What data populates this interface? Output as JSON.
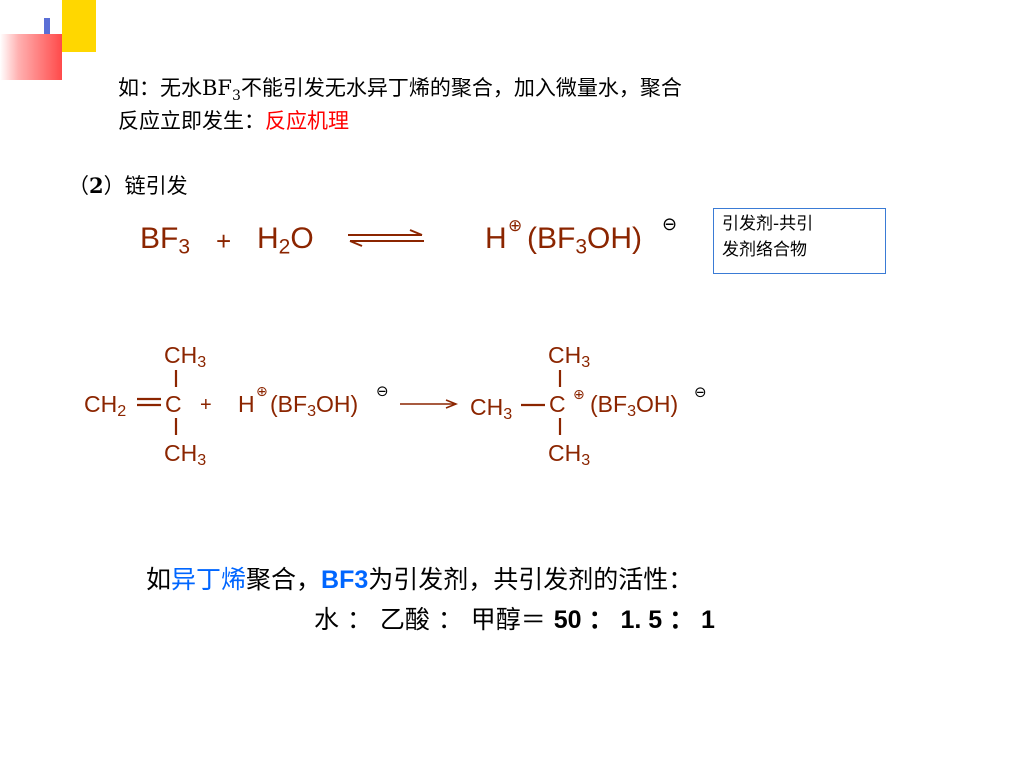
{
  "intro": {
    "line1_before": "如：无水BF",
    "line1_sub": "3",
    "line1_after": "不能引发无水异丁烯的聚合，加入微量水，聚合",
    "line2_black": "反应立即发生：",
    "line2_red": "反应机理"
  },
  "section": {
    "paren_open": "（",
    "number": "2",
    "paren_close": "）",
    "label": "链引发"
  },
  "equation1": {
    "bf": "BF",
    "bf_sub": "3",
    "plus": "+",
    "h": "H",
    "h_sub": "2",
    "o": "O",
    "product_h": "H",
    "product_open": "(BF",
    "product_sub": "3",
    "product_close": "OH)",
    "plus_charge": "⊕",
    "minus_charge": "⊖"
  },
  "box_label": {
    "line1": "引发剂-共引",
    "line2": "发剂络合物"
  },
  "equation2": {
    "ch3_top_left": "CH",
    "ch3_top_left_sub": "3",
    "ch2": "CH",
    "ch2_sub": "2",
    "c_left": "C",
    "plus": "+",
    "ch3_bottom_left": "CH",
    "ch3_bottom_left_sub": "3",
    "reagent_h": "H",
    "reagent_open": "(BF",
    "reagent_sub": "3",
    "reagent_close": "OH)",
    "ch3_top_right": "CH",
    "ch3_top_right_sub": "3",
    "ch3_left_right": "CH",
    "ch3_left_right_sub": "3",
    "c_right": "C",
    "product_open": "(BF",
    "product_sub": "3",
    "product_close": "OH)",
    "ch3_bottom_right": "CH",
    "ch3_bottom_right_sub": "3",
    "plus_charge": "⊕",
    "minus_charge": "⊖"
  },
  "activity": {
    "prefix": "如",
    "highlight": "异丁烯",
    "middle": "聚合，",
    "bf3": "BF3",
    "suffix": "为引发剂，共引发剂的活性：",
    "ratio_text": "水 ： 乙酸 ： 甲醇＝ ",
    "ratio_values": "50 ： 1. 5 ： 1"
  },
  "colors": {
    "chem_text": "#8b2500",
    "highlight_red": "#ff0000",
    "highlight_blue": "#0066ff",
    "box_border": "#3a7bd5",
    "deco_yellow": "#ffd700",
    "deco_red": "#ff5a5a",
    "deco_blue": "#5a6fd6"
  }
}
